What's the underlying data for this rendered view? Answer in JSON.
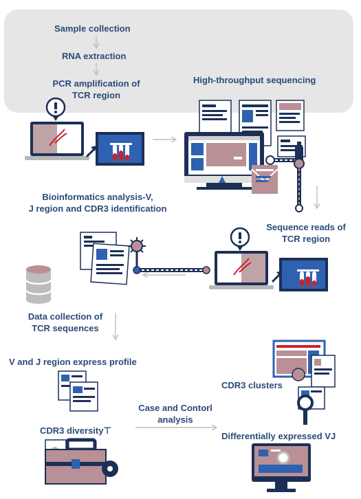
{
  "colors": {
    "band": "#e6e6e7",
    "text": "#2b4a78",
    "navy": "#1c2f55",
    "blue": "#2e62b0",
    "rose": "#b89096",
    "arrow": "#bdbdbd",
    "accent_red": "#c8232c"
  },
  "steps": {
    "sample_collection": "Sample collection",
    "rna_extraction": "RNA extraction",
    "pcr_line1": "PCR amplification of",
    "pcr_line2": "TCR region",
    "sequencing": "High-throughput sequencing",
    "seq_reads_line1": "Sequence reads of",
    "seq_reads_line2": "TCR region",
    "bioinfo_line1": "Bioinformatics analysis-V,",
    "bioinfo_line2": "J region and CDR3 identification",
    "data_collection_line1": "Data collection of",
    "data_collection_line2": "TCR sequences",
    "vj_profile": "V and J region express profile",
    "cdr3_diversity": "CDR3 diversity⊤",
    "case_control_line1": "Case and Contorl",
    "case_control_line2": "analysis",
    "cdr3_clusters": "CDR3 clusters",
    "diff_vj": "Differentially expressed VJ"
  },
  "icons": [
    "laptop-icon",
    "test-tubes-monitor-icon",
    "desktop-computer-icon",
    "documents-icon",
    "database-icon",
    "magnifier-icon",
    "briefcase-icon",
    "pipette-icon",
    "virus-icon"
  ]
}
